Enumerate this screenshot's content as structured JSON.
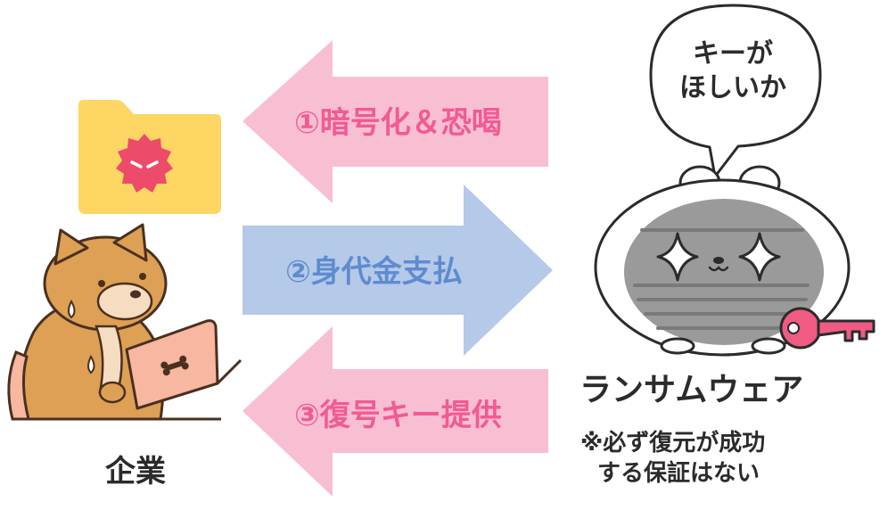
{
  "steps": [
    {
      "label": "①暗号化＆恐喝",
      "direction": "left",
      "color": "#f8bfd3"
    },
    {
      "label": "②身代金支払",
      "direction": "right",
      "color": "#b5c9e8"
    },
    {
      "label": "③復号キー提供",
      "direction": "left",
      "color": "#f8bfd3"
    }
  ],
  "company": {
    "label": "企業"
  },
  "ransomware": {
    "label": "ランサムウェア",
    "speech": [
      "キーが",
      "ほしいか"
    ],
    "note": [
      "※必ず復元が成功",
      "する保証はない"
    ]
  },
  "colors": {
    "pink_arrow": "#f8bfd3",
    "blue_arrow": "#b5c9e8",
    "pink_text": "#f25a93",
    "blue_text": "#5f8bcf",
    "folder": "#fdd664",
    "virus": "#ee4a6a",
    "key": "#ef5b83",
    "dog": "#dda054",
    "laptop": "#f7b7a0"
  },
  "icons": [
    "folder-icon",
    "virus-icon",
    "dog-icon",
    "laptop-icon",
    "ransomware-icon",
    "key-icon",
    "speech-bubble-icon"
  ]
}
